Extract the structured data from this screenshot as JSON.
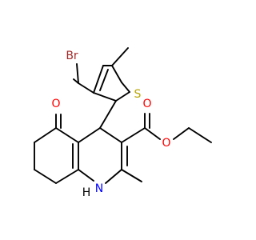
{
  "molecule": {
    "atoms": [
      {
        "id": "br",
        "label": "Br",
        "color": "#a52a2a"
      },
      {
        "id": "s",
        "label": "S",
        "color": "#b8a400"
      },
      {
        "id": "o1",
        "label": "O",
        "color": "#ff0000"
      },
      {
        "id": "o2",
        "label": "O",
        "color": "#ff0000"
      },
      {
        "id": "o3",
        "label": "O",
        "color": "#ff0000"
      },
      {
        "id": "nh",
        "label": "H",
        "color": "#000000"
      },
      {
        "id": "n",
        "label": "N",
        "color": "#0000ff"
      }
    ],
    "bond_color": "#000000",
    "background": "#ffffff"
  }
}
